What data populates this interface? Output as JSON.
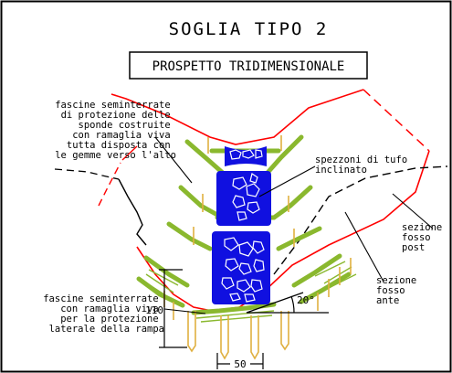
{
  "title": "SOGLIA TIPO 2",
  "subtitle": "PROSPETTO TRIDIMENSIONALE",
  "labels": {
    "fascine_top": [
      "fascine seminterrate",
      "di protezione delle",
      "sponde costruite",
      "con ramaglia viva",
      "tutta disposta con",
      "le gemme verso l'alto"
    ],
    "tufo": [
      "spezzoni di tufo",
      "inclinato"
    ],
    "fosso_post": [
      "sezione",
      "fosso",
      "post"
    ],
    "fosso_ante": [
      "sezione",
      "fosso",
      "ante"
    ],
    "fascine_bottom": [
      "fascine seminterrate",
      "con ramaglia viva",
      "per la protezione",
      "laterale della rampa"
    ]
  },
  "dimensions": {
    "angle": "20°",
    "height": "110",
    "width": "50"
  },
  "colors": {
    "frame": "#000000",
    "section_line": "#ff0000",
    "vegetation": "#8ab82e",
    "stakes": "#e0b040",
    "stone_fill": "#1010e0",
    "stone_outline": "#ffffff"
  }
}
